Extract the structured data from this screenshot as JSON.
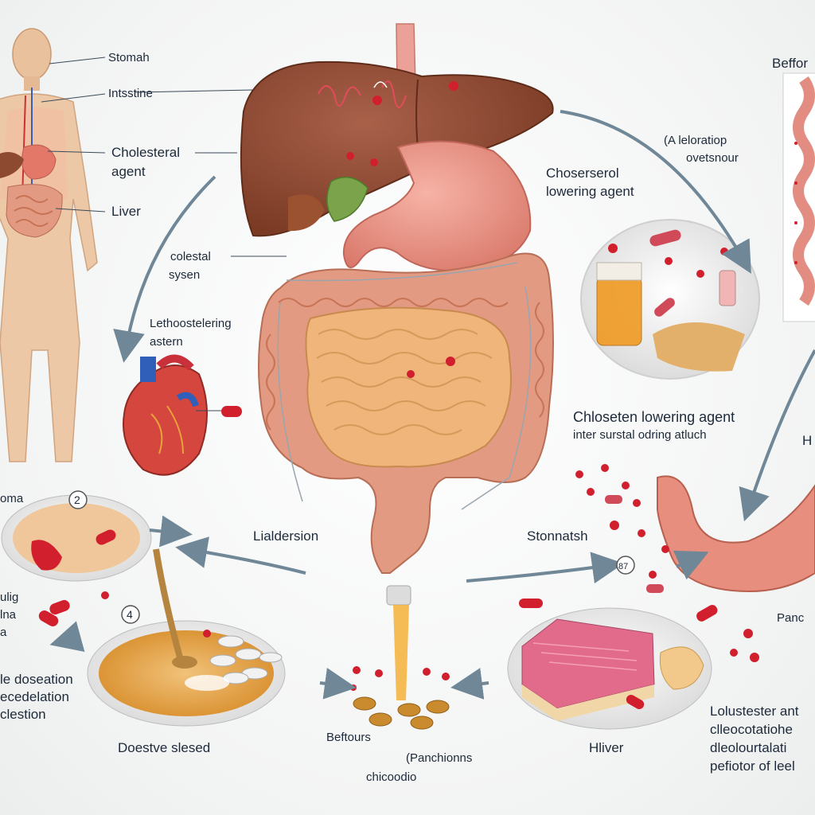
{
  "labels": {
    "body_stomach": "Stomah",
    "body_intestine": "Intsstine",
    "body_cholesteral_1": "Cholesteral",
    "body_cholesteral_2": "agent",
    "body_liver": "Liver",
    "colestal_1": "colestal",
    "colestal_2": "sysen",
    "lechol_1": "Lethoostelering",
    "lechol_2": "astern",
    "stoma_cut": "oma",
    "left_diet_1": "ulig",
    "left_diet_2": "lna",
    "left_diet_3": "a",
    "dose_1": "le doseation",
    "dose_2": "ecedelation",
    "dose_3": "clestion",
    "bowl_label": "Doestve slesed",
    "center_label": "Lialdersion",
    "bottom_1": "Beftours",
    "bottom_2": "(Panchionns",
    "bottom_3": "chicoodio",
    "hliver": "Hliver",
    "right_top": "Beffor",
    "right_obs_1": "(A leloratiop",
    "right_obs_2": "ovetsnour",
    "choles_1": "Choserserol",
    "choles_2": "lowering agent",
    "cla_1": "Chloseten lowering agent",
    "cla_2": "inter surstal odring atluch",
    "stomatsh": "Stonnatsh",
    "h_cut": "H",
    "panc": "Panc",
    "lol_1": "Lolustester ant",
    "lol_2": "clleocotatiohe",
    "lol_3": "dleolourtalati",
    "lol_4": "pefiotor of leel",
    "circle_2": "2",
    "circle_4": "4",
    "circle_8": "87"
  },
  "colors": {
    "liver": "#8e4a30",
    "stomach": "#e88e7e",
    "colon": "#e39a82",
    "small_intestine": "#efb57a",
    "heart": "#d4463e",
    "arrow": "#6f8797",
    "pill_red": "#d21f2e",
    "powder": "#e2a24f"
  }
}
